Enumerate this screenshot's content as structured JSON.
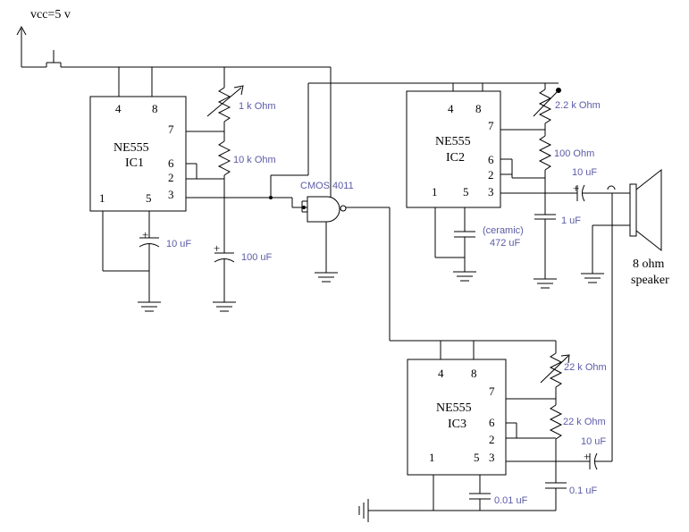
{
  "supply": {
    "label": "vcc=5 v"
  },
  "chips": [
    {
      "name": "NE555",
      "ref": "IC1",
      "pins": {
        "p4": "4",
        "p8": "8",
        "p7": "7",
        "p6": "6",
        "p2": "2",
        "p3": "3",
        "p1": "1",
        "p5": "5"
      }
    },
    {
      "name": "NE555",
      "ref": "IC2",
      "pins": {
        "p4": "4",
        "p8": "8",
        "p7": "7",
        "p6": "6",
        "p2": "2",
        "p3": "3",
        "p1": "1",
        "p5": "5"
      }
    },
    {
      "name": "NE555",
      "ref": "IC3",
      "pins": {
        "p4": "4",
        "p8": "8",
        "p7": "7",
        "p6": "6",
        "p2": "2",
        "p3": "3",
        "p1": "1",
        "p5": "5"
      }
    }
  ],
  "gate": {
    "label": "CMOS 4011"
  },
  "components": {
    "ic1_pot": "1 k Ohm",
    "ic1_res": "10 k Ohm",
    "ic1_cap_pin5": "10 uF",
    "ic1_cap_timing": "100 uF",
    "ic2_pot": "2.2 k Ohm",
    "ic2_res": "100  Ohm",
    "ic2_cap_out": "10 uF",
    "ic2_cap_timing": "1 uF",
    "ic2_cap_pin5_type": "(ceramic)",
    "ic2_cap_pin5": "472 uF",
    "ic3_pot": "22 k Ohm",
    "ic3_res": "22 k Ohm",
    "ic3_cap_out": "10 uF",
    "ic3_cap_pin5": "0.01 uF",
    "ic3_cap_timing": "0.1 uF"
  },
  "speaker": {
    "line1": "8 ohm",
    "line2": "speaker"
  }
}
